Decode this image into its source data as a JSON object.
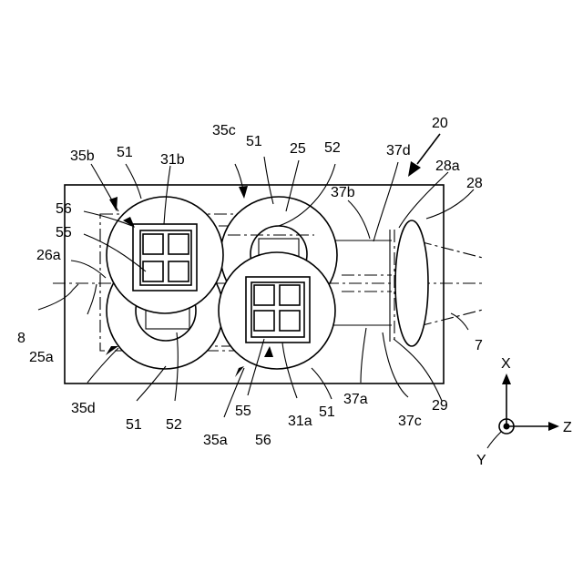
{
  "figure": {
    "labels": {
      "l20": "20",
      "l28a": "28a",
      "l28": "28",
      "l37d": "37d",
      "l37b": "37b",
      "l35c": "35c",
      "l51_top": "51",
      "l25": "25",
      "l52_top": "52",
      "l35b": "35b",
      "l51_tl": "51",
      "l31b": "31b",
      "l56_l": "56",
      "l55_l": "55",
      "l26a": "26a",
      "l8": "8",
      "l25a": "25a",
      "l35d": "35d",
      "l51_bl": "51",
      "l52_b": "52",
      "l35a": "35a",
      "l55_b": "55",
      "l56_b": "56",
      "l31a": "31a",
      "l51_br": "51",
      "l37a": "37a",
      "l37c": "37c",
      "l29": "29",
      "l7": "7"
    },
    "axes": {
      "x": "X",
      "y": "Y",
      "z": "Z"
    }
  }
}
